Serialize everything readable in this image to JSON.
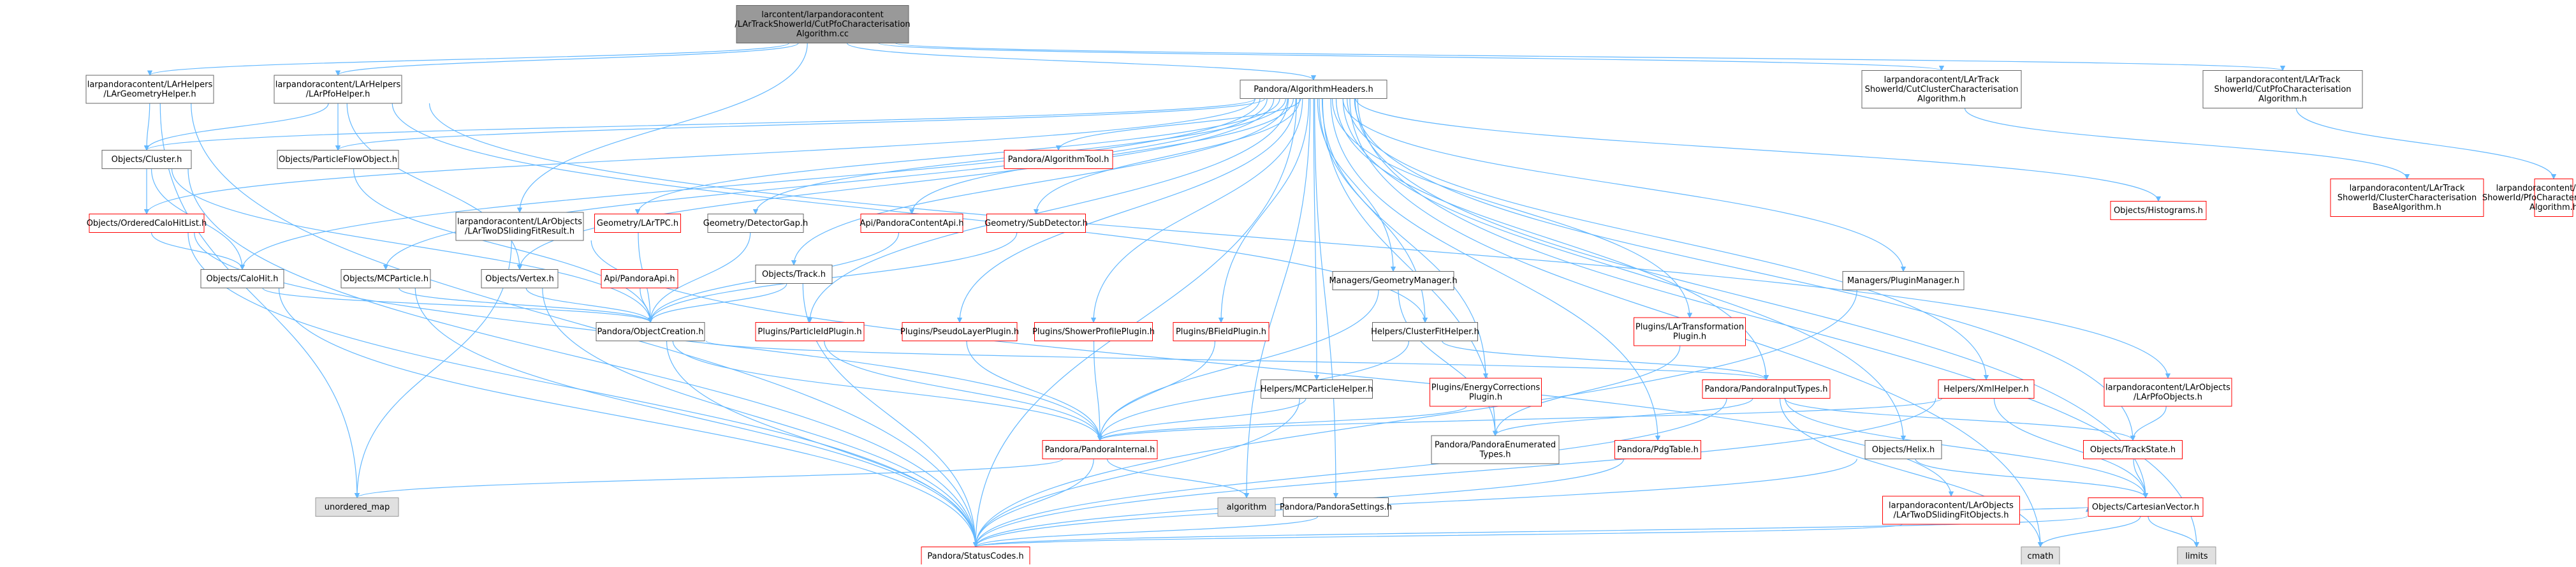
{
  "diagram": {
    "nodes": [
      {
        "id": "root",
        "lines": [
          "larcontent/larpandoracontent",
          "/LArTrackShowerId/CutPfoCharacterisation",
          "Algorithm.cc"
        ],
        "style": "root"
      },
      {
        "id": "geomhelper",
        "lines": [
          "larpandoracontent/LArHelpers",
          "/LArGeometryHelper.h"
        ],
        "style": "normal"
      },
      {
        "id": "pfohelper",
        "lines": [
          "larpandoracontent/LArHelpers",
          "/LArPfoHelper.h"
        ],
        "style": "normal"
      },
      {
        "id": "alghdr",
        "lines": [
          "Pandora/AlgorithmHeaders.h"
        ],
        "style": "normal"
      },
      {
        "id": "cutcluster",
        "lines": [
          "larpandoracontent/LArTrack",
          "ShowerId/CutClusterCharacterisation",
          "Algorithm.h"
        ],
        "style": "normal"
      },
      {
        "id": "cutpfo",
        "lines": [
          "larpandoracontent/LArTrack",
          "ShowerId/CutPfoCharacterisation",
          "Algorithm.h"
        ],
        "style": "normal"
      },
      {
        "id": "clusterchar",
        "lines": [
          "larpandoracontent/LArTrack",
          "ShowerId/ClusterCharacterisation",
          "BaseAlgorithm.h"
        ],
        "style": "red"
      },
      {
        "id": "pfochar",
        "lines": [
          "larpandoracontent/LArTrack",
          "ShowerId/PfoCharacterisationBase",
          "Algorithm.h"
        ],
        "style": "red"
      },
      {
        "id": "cluster",
        "lines": [
          "Objects/Cluster.h"
        ],
        "style": "normal"
      },
      {
        "id": "pfoflow",
        "lines": [
          "Objects/ParticleFlowObject.h"
        ],
        "style": "normal"
      },
      {
        "id": "orderedcalo",
        "lines": [
          "Objects/OrderedCaloHitList.h"
        ],
        "style": "red"
      },
      {
        "id": "calohit",
        "lines": [
          "Objects/CaloHit.h"
        ],
        "style": "normal"
      },
      {
        "id": "twodfit",
        "lines": [
          "larpandoracontent/LArObjects",
          "/LArTwoDSlidingFitResult.h"
        ],
        "style": "normal"
      },
      {
        "id": "mcparticle",
        "lines": [
          "Objects/MCParticle.h"
        ],
        "style": "normal"
      },
      {
        "id": "vertex",
        "lines": [
          "Objects/Vertex.h"
        ],
        "style": "normal"
      },
      {
        "id": "apipandora",
        "lines": [
          "Api/PandoraApi.h"
        ],
        "style": "red"
      },
      {
        "id": "geomtpc",
        "lines": [
          "Geometry/LArTPC.h"
        ],
        "style": "red"
      },
      {
        "id": "detgap",
        "lines": [
          "Geometry/DetectorGap.h"
        ],
        "style": "normal"
      },
      {
        "id": "track",
        "lines": [
          "Objects/Track.h"
        ],
        "style": "normal"
      },
      {
        "id": "objcreation",
        "lines": [
          "Pandora/ObjectCreation.h"
        ],
        "style": "normal"
      },
      {
        "id": "algtool",
        "lines": [
          "Pandora/AlgorithmTool.h"
        ],
        "style": "red"
      },
      {
        "id": "apicontent",
        "lines": [
          "Api/PandoraContentApi.h"
        ],
        "style": "red"
      },
      {
        "id": "subdet",
        "lines": [
          "Geometry/SubDetector.h"
        ],
        "style": "red"
      },
      {
        "id": "geommgr",
        "lines": [
          "Managers/GeometryManager.h"
        ],
        "style": "normal"
      },
      {
        "id": "partid",
        "lines": [
          "Plugins/ParticleIdPlugin.h"
        ],
        "style": "red"
      },
      {
        "id": "pseudo",
        "lines": [
          "Plugins/PseudoLayerPlugin.h"
        ],
        "style": "red"
      },
      {
        "id": "shower",
        "lines": [
          "Plugins/ShowerProfilePlugin.h"
        ],
        "style": "red"
      },
      {
        "id": "bfield",
        "lines": [
          "Plugins/BFieldPlugin.h"
        ],
        "style": "red"
      },
      {
        "id": "clusterfit",
        "lines": [
          "Helpers/ClusterFitHelper.h"
        ],
        "style": "normal"
      },
      {
        "id": "mcphelper",
        "lines": [
          "Helpers/MCParticleHelper.h"
        ],
        "style": "normal"
      },
      {
        "id": "energycorr",
        "lines": [
          "Plugins/EnergyCorrections",
          "Plugin.h"
        ],
        "style": "red"
      },
      {
        "id": "lartransf",
        "lines": [
          "Plugins/LArTransformation",
          "Plugin.h"
        ],
        "style": "red"
      },
      {
        "id": "pluginmgr",
        "lines": [
          "Managers/PluginManager.h"
        ],
        "style": "normal"
      },
      {
        "id": "inputtypes",
        "lines": [
          "Pandora/PandoraInputTypes.h"
        ],
        "style": "red"
      },
      {
        "id": "enumtypes",
        "lines": [
          "Pandora/PandoraEnumerated",
          "Types.h"
        ],
        "style": "normal"
      },
      {
        "id": "pandorainternal",
        "lines": [
          "Pandora/PandoraInternal.h"
        ],
        "style": "red"
      },
      {
        "id": "pdgtable",
        "lines": [
          "Pandora/PdgTable.h"
        ],
        "style": "red"
      },
      {
        "id": "settings",
        "lines": [
          "Pandora/PandoraSettings.h"
        ],
        "style": "normal"
      },
      {
        "id": "histograms",
        "lines": [
          "Objects/Histograms.h"
        ],
        "style": "red"
      },
      {
        "id": "iohelper",
        "lines": [
          "Helpers/XmlHelper.h"
        ],
        "style": "red"
      },
      {
        "id": "larpfoobj",
        "lines": [
          "larpandoracontent/LArObjects",
          "/LArPfoObjects.h"
        ],
        "style": "red"
      },
      {
        "id": "trackstate",
        "lines": [
          "Objects/TrackState.h"
        ],
        "style": "red"
      },
      {
        "id": "helix",
        "lines": [
          "Objects/Helix.h"
        ],
        "style": "normal"
      },
      {
        "id": "twodfitobj",
        "lines": [
          "larpandoracontent/LArObjects",
          "/LArTwoDSlidingFitObjects.h"
        ],
        "style": "red"
      },
      {
        "id": "cartesian",
        "lines": [
          "Objects/CartesianVector.h"
        ],
        "style": "red"
      },
      {
        "id": "unordered",
        "lines": [
          "unordered_map"
        ],
        "style": "gray"
      },
      {
        "id": "algorithm",
        "lines": [
          "algorithm"
        ],
        "style": "gray"
      },
      {
        "id": "statuscodes",
        "lines": [
          "Pandora/StatusCodes.h"
        ],
        "style": "red"
      },
      {
        "id": "cmath",
        "lines": [
          "cmath"
        ],
        "style": "gray"
      },
      {
        "id": "limits",
        "lines": [
          "limits"
        ],
        "style": "gray"
      }
    ],
    "edges": [
      [
        "root",
        "geomhelper"
      ],
      [
        "root",
        "pfohelper"
      ],
      [
        "root",
        "alghdr"
      ],
      [
        "root",
        "twodfit"
      ],
      [
        "root",
        "cutcluster"
      ],
      [
        "root",
        "cutpfo"
      ],
      [
        "geomhelper",
        "cluster"
      ],
      [
        "geomhelper",
        "unordered"
      ],
      [
        "geomhelper",
        "statuscodes"
      ],
      [
        "pfohelper",
        "cluster"
      ],
      [
        "pfohelper",
        "pfoflow"
      ],
      [
        "pfohelper",
        "vertex"
      ],
      [
        "pfohelper",
        "clusterfit"
      ],
      [
        "pfohelper",
        "larpfoobj"
      ],
      [
        "cutcluster",
        "clusterchar"
      ],
      [
        "cutpfo",
        "pfochar"
      ],
      [
        "alghdr",
        "algtool"
      ],
      [
        "alghdr",
        "apicontent"
      ],
      [
        "alghdr",
        "subdet"
      ],
      [
        "alghdr",
        "geomtpc"
      ],
      [
        "alghdr",
        "detgap"
      ],
      [
        "alghdr",
        "track"
      ],
      [
        "alghdr",
        "calohit"
      ],
      [
        "alghdr",
        "orderedcalo"
      ],
      [
        "alghdr",
        "cluster"
      ],
      [
        "alghdr",
        "pfoflow"
      ],
      [
        "alghdr",
        "mcparticle"
      ],
      [
        "alghdr",
        "vertex"
      ],
      [
        "alghdr",
        "geommgr"
      ],
      [
        "alghdr",
        "partid"
      ],
      [
        "alghdr",
        "pseudo"
      ],
      [
        "alghdr",
        "shower"
      ],
      [
        "alghdr",
        "bfield"
      ],
      [
        "alghdr",
        "clusterfit"
      ],
      [
        "alghdr",
        "mcphelper"
      ],
      [
        "alghdr",
        "energycorr"
      ],
      [
        "alghdr",
        "lartransf"
      ],
      [
        "alghdr",
        "pluginmgr"
      ],
      [
        "alghdr",
        "inputtypes"
      ],
      [
        "alghdr",
        "enumtypes"
      ],
      [
        "alghdr",
        "pdgtable"
      ],
      [
        "alghdr",
        "settings"
      ],
      [
        "alghdr",
        "histograms"
      ],
      [
        "alghdr",
        "iohelper"
      ],
      [
        "alghdr",
        "trackstate"
      ],
      [
        "alghdr",
        "helix"
      ],
      [
        "alghdr",
        "cartesian"
      ],
      [
        "alghdr",
        "algorithm"
      ],
      [
        "alghdr",
        "cmath"
      ],
      [
        "alghdr",
        "limits"
      ],
      [
        "alghdr",
        "statuscodes"
      ],
      [
        "cluster",
        "orderedcalo"
      ],
      [
        "cluster",
        "statuscodes"
      ],
      [
        "cluster",
        "calohit"
      ],
      [
        "cluster",
        "objcreation"
      ],
      [
        "orderedcalo",
        "calohit"
      ],
      [
        "orderedcalo",
        "statuscodes"
      ],
      [
        "orderedcalo",
        "pandorainternal"
      ],
      [
        "calohit",
        "objcreation"
      ],
      [
        "calohit",
        "statuscodes"
      ],
      [
        "pfoflow",
        "objcreation"
      ],
      [
        "mcparticle",
        "objcreation"
      ],
      [
        "mcparticle",
        "statuscodes"
      ],
      [
        "vertex",
        "objcreation"
      ],
      [
        "vertex",
        "statuscodes"
      ],
      [
        "track",
        "objcreation"
      ],
      [
        "track",
        "statuscodes"
      ],
      [
        "twodfit",
        "twodfitobj"
      ],
      [
        "twodfit",
        "unordered"
      ],
      [
        "apipandora",
        "objcreation"
      ],
      [
        "geomtpc",
        "objcreation"
      ],
      [
        "detgap",
        "objcreation"
      ],
      [
        "apicontent",
        "objcreation"
      ],
      [
        "subdet",
        "objcreation"
      ],
      [
        "objcreation",
        "inputtypes"
      ],
      [
        "objcreation",
        "pandorainternal"
      ],
      [
        "objcreation",
        "statuscodes"
      ],
      [
        "geommgr",
        "enumtypes"
      ],
      [
        "geommgr",
        "pandorainternal"
      ],
      [
        "partid",
        "pandorainternal"
      ],
      [
        "pseudo",
        "pandorainternal"
      ],
      [
        "shower",
        "pandorainternal"
      ],
      [
        "bfield",
        "pandorainternal"
      ],
      [
        "clusterfit",
        "pandorainternal"
      ],
      [
        "clusterfit",
        "inputtypes"
      ],
      [
        "mcphelper",
        "pandorainternal"
      ],
      [
        "mcphelper",
        "statuscodes"
      ],
      [
        "energycorr",
        "pandorainternal"
      ],
      [
        "lartransf",
        "enumtypes"
      ],
      [
        "pluginmgr",
        "statuscodes"
      ],
      [
        "inputtypes",
        "trackstate"
      ],
      [
        "inputtypes",
        "cartesian"
      ],
      [
        "inputtypes",
        "enumtypes"
      ],
      [
        "inputtypes",
        "statuscodes"
      ],
      [
        "inputtypes",
        "cmath"
      ],
      [
        "pandorainternal",
        "unordered"
      ],
      [
        "pandorainternal",
        "algorithm"
      ],
      [
        "pandorainternal",
        "statuscodes"
      ],
      [
        "pdgtable",
        "statuscodes"
      ],
      [
        "settings",
        "statuscodes"
      ],
      [
        "iohelper",
        "pandorainternal"
      ],
      [
        "iohelper",
        "cartesian"
      ],
      [
        "iohelper",
        "statuscodes"
      ],
      [
        "larpfoobj",
        "trackstate"
      ],
      [
        "trackstate",
        "cartesian"
      ],
      [
        "helix",
        "cartesian"
      ],
      [
        "helix",
        "statuscodes"
      ],
      [
        "twodfitobj",
        "statuscodes"
      ],
      [
        "twodfitobj",
        "cartesian"
      ],
      [
        "cartesian",
        "cmath"
      ],
      [
        "cartesian",
        "limits"
      ],
      [
        "cartesian",
        "statuscodes"
      ]
    ]
  }
}
